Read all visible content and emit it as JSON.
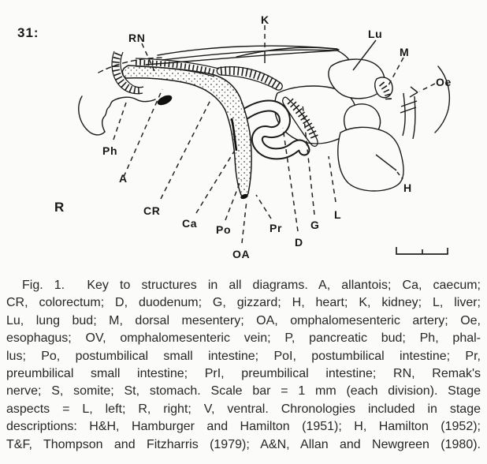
{
  "figure": {
    "stage_number": "31:",
    "orientation": "R",
    "labels": {
      "RN": "RN",
      "K": "K",
      "Lu": "Lu",
      "M": "M",
      "Oe": "Oe",
      "Ph": "Ph",
      "A": "A",
      "CR": "CR",
      "Ca": "Ca",
      "Po": "Po",
      "OA": "OA",
      "Pr": "Pr",
      "D": "D",
      "G": "G",
      "L": "L",
      "H": "H"
    },
    "scale_bar_divisions": 2
  },
  "caption": {
    "lines": [
      "Fig. 1.  Key to structures in all diagrams. A, allantois; Ca, caecum;",
      "CR, colorectum; D, duodenum; G, gizzard; H, heart; K, kidney; L, liver;",
      "Lu, lung bud; M, dorsal mesentery; OA, omphalomesenteric artery; Oe,",
      "esophagus; OV, omphalomesenteric vein; P, pancreatic bud; Ph, phal-",
      "lus; Po, postumbilical small intestine; PoI, postumbilical intestine; Pr,",
      "preumbilical small intestine; PrI, preumbilical intestine; RN, Remak's",
      "nerve; S, somite; St, stomach. Scale bar = 1 mm (each division). Stage",
      "aspects = L, left; R, right; V, ventral. Chronologies included in stage",
      "descriptions: H&H, Hamburger and Hamilton (1951); H, Hamilton (1952);",
      "T&F, Thompson and Fitzharris (1979); A&N, Allan and Newgreen (1980)."
    ]
  }
}
